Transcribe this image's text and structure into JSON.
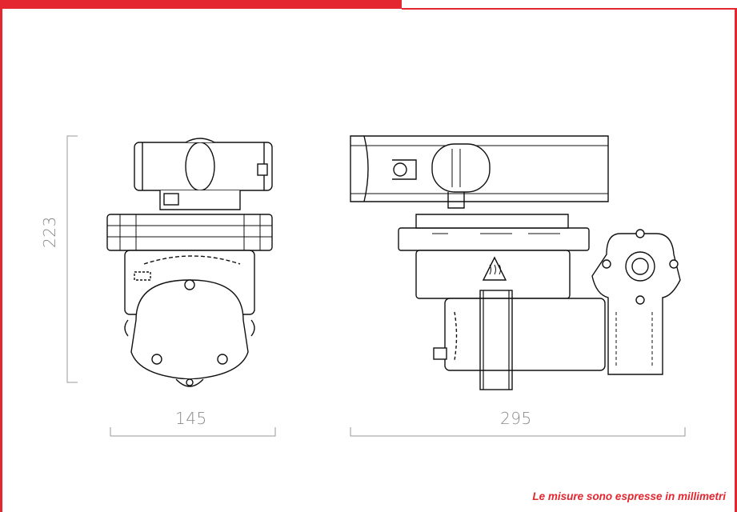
{
  "dimensions": {
    "height_label": "223",
    "front_width_label": "145",
    "side_width_label": "295"
  },
  "note": "Le misure sono espresse in millimetri",
  "colors": {
    "accent": "#e3262f",
    "dimension_text": "#8a8a8a",
    "drawing_stroke": "#111111"
  }
}
